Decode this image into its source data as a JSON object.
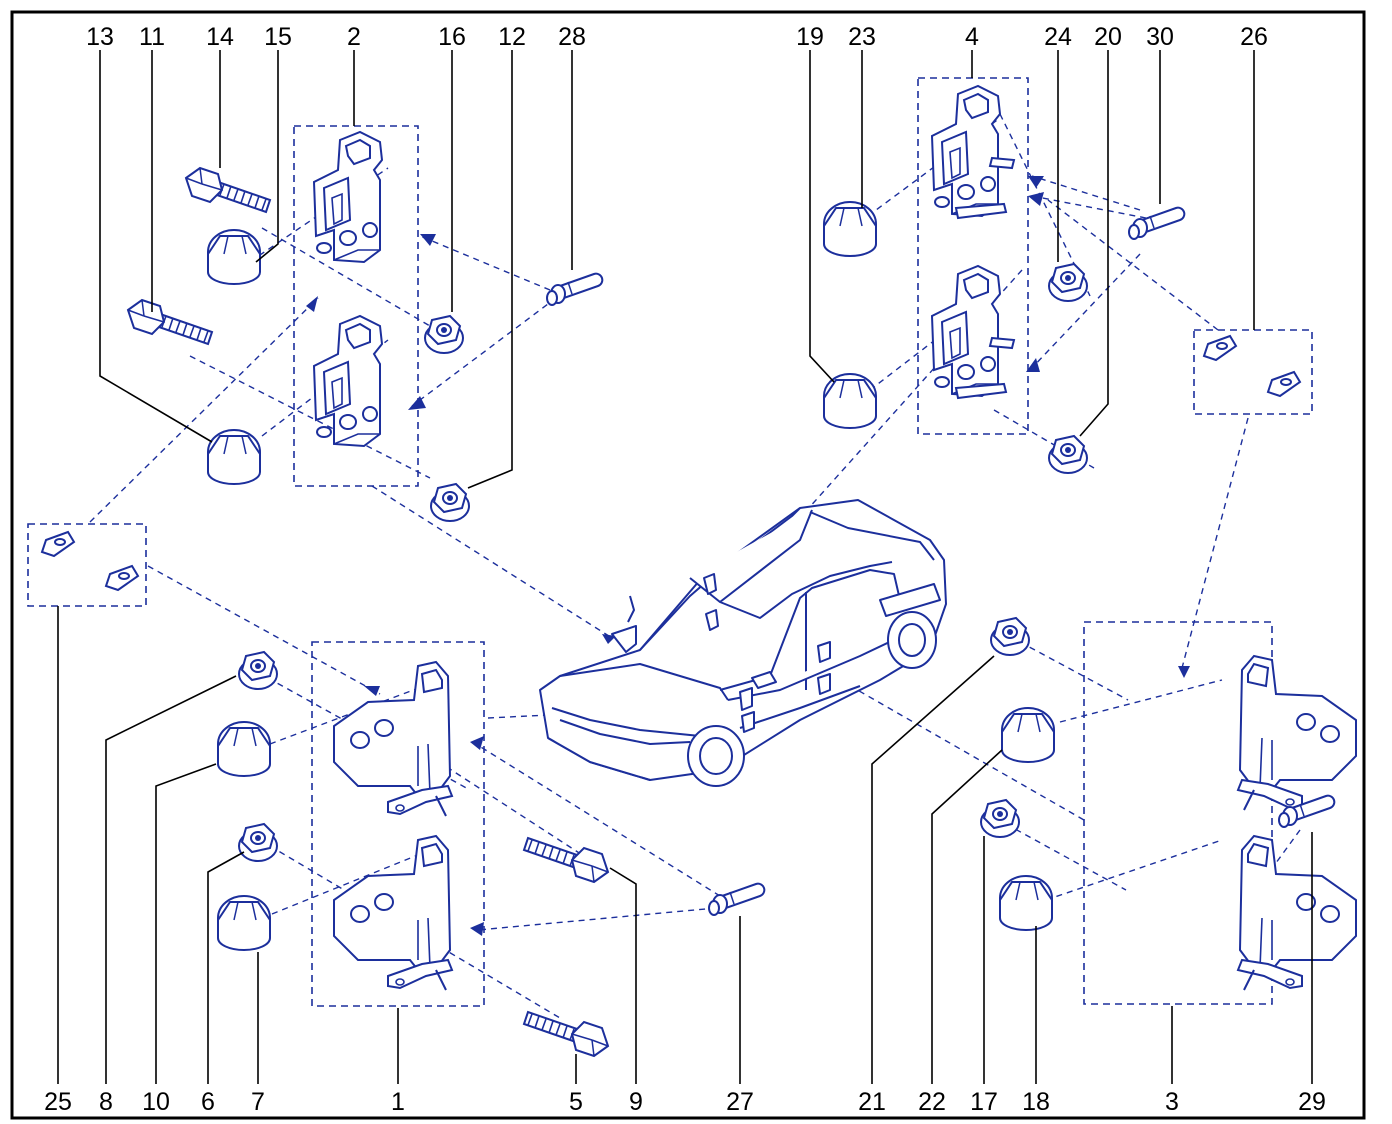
{
  "colors": {
    "line": "#1c2f9c",
    "fill": "#ffffff",
    "frame": "#000000",
    "text": "#000000"
  },
  "callouts": [
    {
      "id": "c13",
      "text": "13"
    },
    {
      "id": "c11",
      "text": "11"
    },
    {
      "id": "c14",
      "text": "14"
    },
    {
      "id": "c15",
      "text": "15"
    },
    {
      "id": "c2",
      "text": "2"
    },
    {
      "id": "c16",
      "text": "16"
    },
    {
      "id": "c12",
      "text": "12"
    },
    {
      "id": "c28",
      "text": "28"
    },
    {
      "id": "c19",
      "text": "19"
    },
    {
      "id": "c23",
      "text": "23"
    },
    {
      "id": "c4",
      "text": "4"
    },
    {
      "id": "c24",
      "text": "24"
    },
    {
      "id": "c20",
      "text": "20"
    },
    {
      "id": "c30",
      "text": "30"
    },
    {
      "id": "c26",
      "text": "26"
    },
    {
      "id": "c25",
      "text": "25"
    },
    {
      "id": "c8",
      "text": "8"
    },
    {
      "id": "c10",
      "text": "10"
    },
    {
      "id": "c6",
      "text": "6"
    },
    {
      "id": "c7",
      "text": "7"
    },
    {
      "id": "c1",
      "text": "1"
    },
    {
      "id": "c5",
      "text": "5"
    },
    {
      "id": "c9",
      "text": "9"
    },
    {
      "id": "c27",
      "text": "27"
    },
    {
      "id": "c21",
      "text": "21"
    },
    {
      "id": "c22",
      "text": "22"
    },
    {
      "id": "c17",
      "text": "17"
    },
    {
      "id": "c18",
      "text": "18"
    },
    {
      "id": "c3",
      "text": "3"
    },
    {
      "id": "c29",
      "text": "29"
    }
  ]
}
